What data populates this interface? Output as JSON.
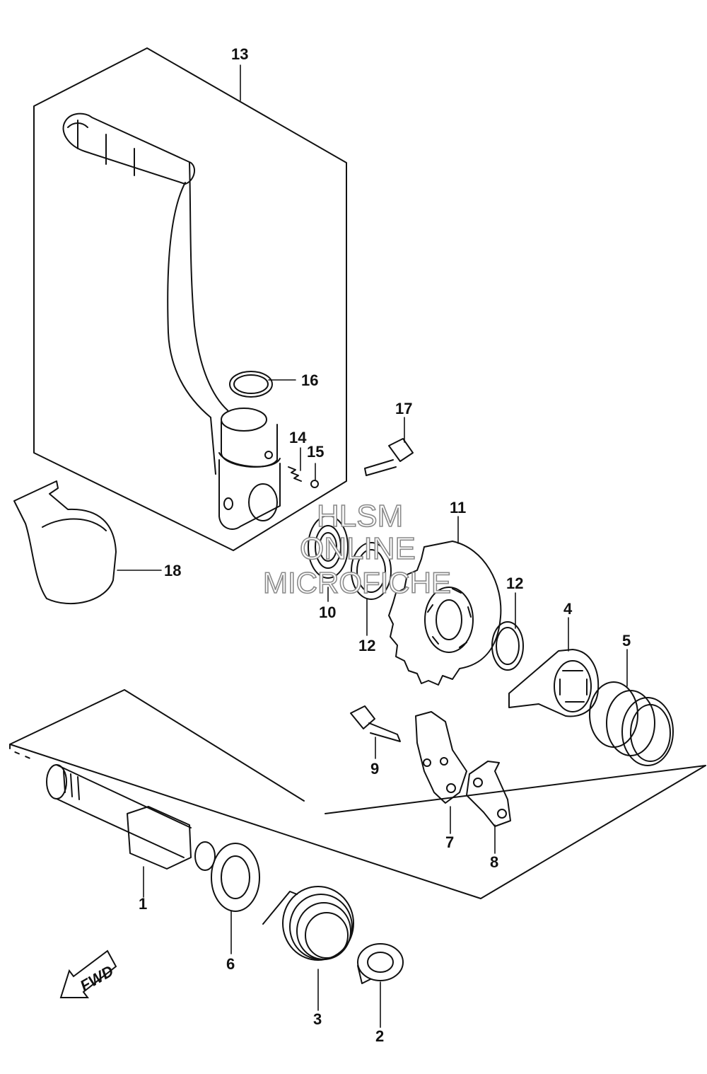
{
  "callouts": {
    "c1": "1",
    "c2": "2",
    "c3": "3",
    "c4": "4",
    "c5": "5",
    "c6": "6",
    "c7": "7",
    "c8": "8",
    "c9": "9",
    "c10": "10",
    "c11": "11",
    "c12a": "12",
    "c12b": "12",
    "c13": "13",
    "c14": "14",
    "c15": "15",
    "c16": "16",
    "c17": "17",
    "c18": "18"
  },
  "direction_badge": "FWD",
  "watermark": {
    "line1": "HLSM",
    "line2": "ONLINE",
    "line3": "MICROFICHE"
  },
  "colors": {
    "line": "#111111",
    "watermark_stroke": "#8a8a8a"
  }
}
